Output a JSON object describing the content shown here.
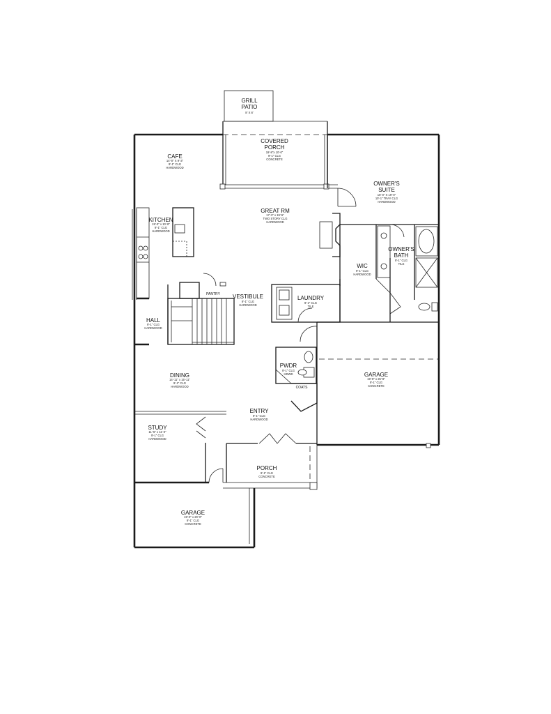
{
  "rooms": {
    "grill_patio": {
      "name1": "GRILL",
      "name2": "PATIO",
      "dims": "8' X 8'"
    },
    "covered_porch": {
      "name1": "COVERED",
      "name2": "PORCH",
      "dim1": "19'-8\"x 10'-0\"",
      "dim2": "9'-1\" CLG",
      "dim3": "CONCRETE"
    },
    "cafe": {
      "name": "CAFE",
      "dim1": "14'-0\" X 9'-3\"",
      "dim2": "9'-1\" CLG",
      "dim3": "HARDWOOD"
    },
    "owners_suite": {
      "name1": "OWNER'S",
      "name2": "SUITE",
      "dim1": "15'-0\" X 19'-0\"",
      "dim2": "10'-1\" TRAY CLG",
      "dim3": "HARDWOOD"
    },
    "great_rm": {
      "name": "GREAT RM",
      "dim1": "17'-3\" x 19'-5\"",
      "dim2": "TWO STORY CLG",
      "dim3": "HARDWOOD"
    },
    "kitchen": {
      "name": "KITCHEN",
      "dim1": "19'-3\" x 10'-8\"",
      "dim2": "9'-1\" CLG",
      "dim3": "HARDWOOD"
    },
    "owners_bath": {
      "name1": "OWNER'S",
      "name2": "BATH",
      "dim1": "9'-1\" CLG",
      "dim2": "TILE"
    },
    "wic": {
      "name": "WIC",
      "dim1": "9'-1\" CLG",
      "dim2": "HARDWOOD"
    },
    "pantry": {
      "name": "PANTRY"
    },
    "vestibule": {
      "name": "VESTIBULE",
      "dim1": "9'-1\" CLG",
      "dim2": "HARDWOOD"
    },
    "laundry": {
      "name": "LAUNDRY",
      "dim1": "9'-1\" CLG",
      "dim2": "TILE"
    },
    "hall": {
      "name": "HALL",
      "dim1": "9'-1\" CLG",
      "dim2": "HARDWOOD"
    },
    "pwdr": {
      "name": "PWDR",
      "dim1": "9'-1\" CLG",
      "dim2": "HDWD"
    },
    "coats": {
      "name": "COATS"
    },
    "garage_right": {
      "name": "GARAGE",
      "dim1": "19'-8\" x 25'-8\"",
      "dim2": "9'-1\" CLG",
      "dim3": "CONCRETE"
    },
    "dining": {
      "name": "DINING",
      "dim1": "14'-11\" x 15'-11\"",
      "dim2": "9'-1\" CLG",
      "dim3": "HARDWOOD"
    },
    "entry": {
      "name": "ENTRY",
      "dim1": "9'-1\" CLG",
      "dim2": "HARDWOOD"
    },
    "study": {
      "name": "STUDY",
      "dim1": "11'-5\" x 11'-0\"",
      "dim2": "9'-1\" CLG",
      "dim3": "HARDWOOD"
    },
    "porch": {
      "name": "PORCH",
      "dim1": "9'-1\" CLG",
      "dim2": "CONCRETE"
    },
    "garage_left": {
      "name": "GARAGE",
      "dim1": "19'-0\" x 20'-0\"",
      "dim2": "9'-1\" CLG",
      "dim3": "CONCRETE"
    }
  }
}
